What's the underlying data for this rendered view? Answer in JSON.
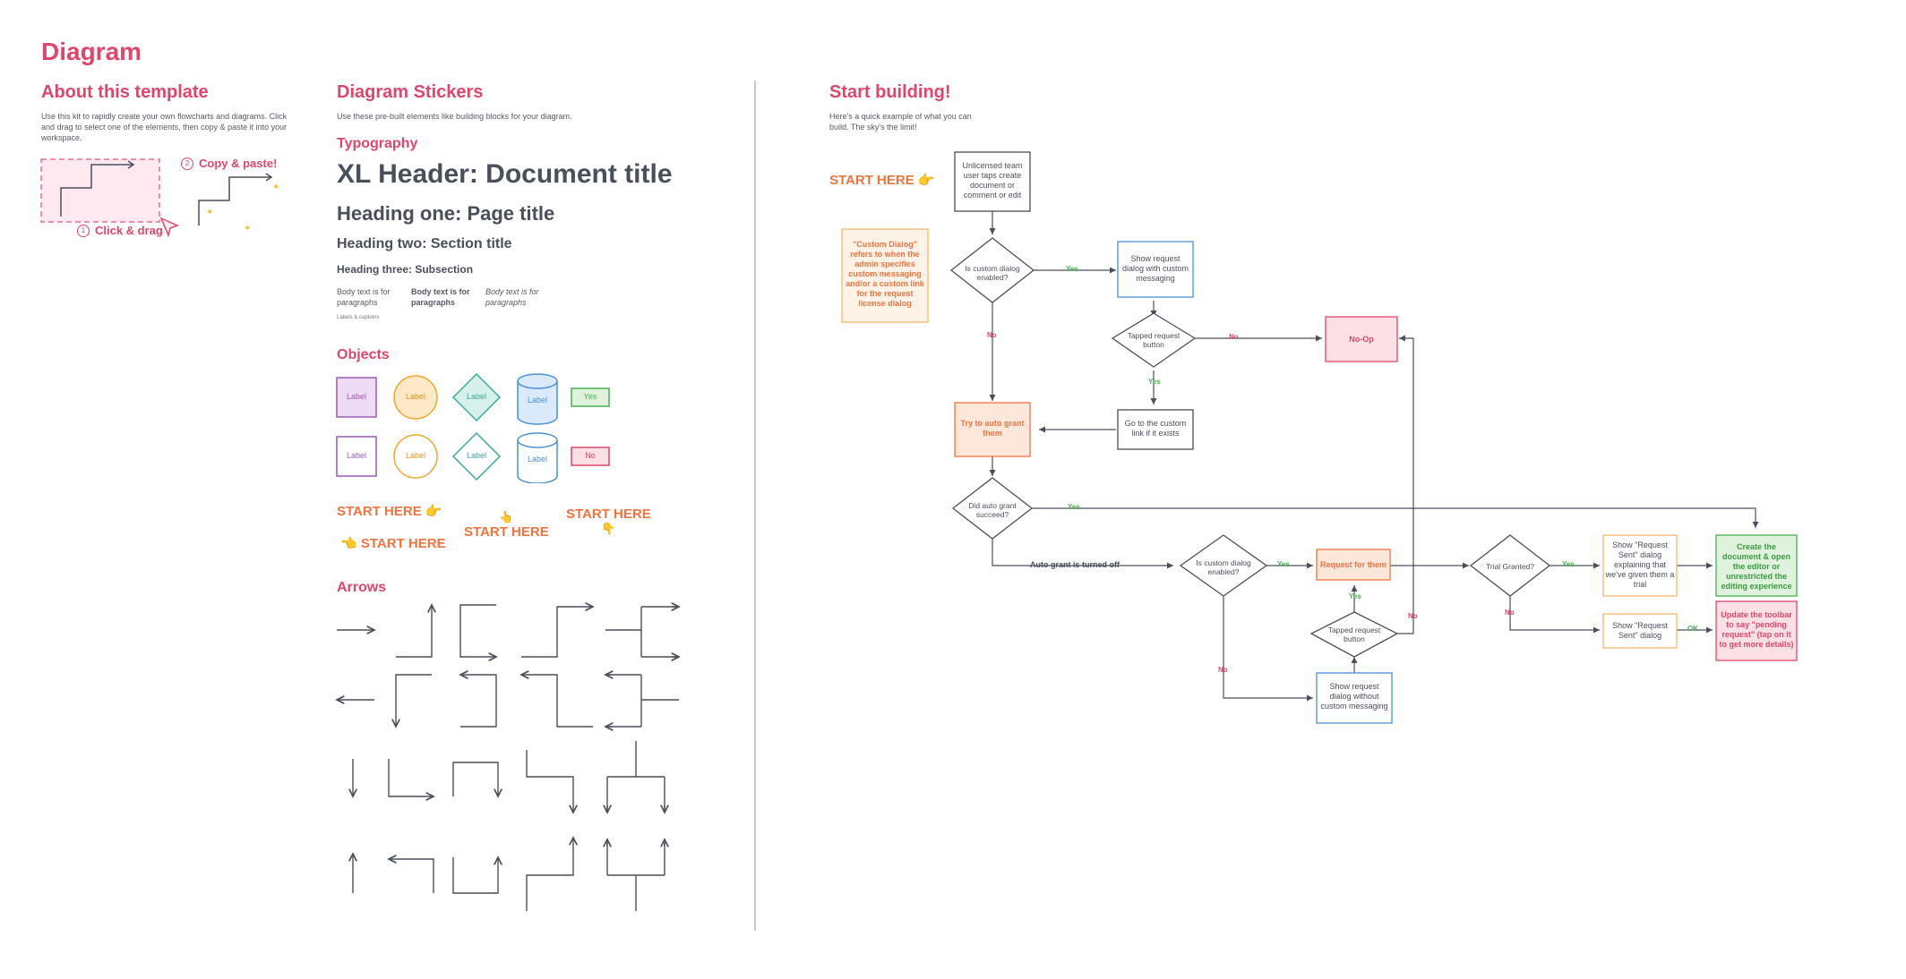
{
  "page_title": "Diagram",
  "about": {
    "title": "About this template",
    "desc": "Use this kit to rapidly create your own flowcharts and diagrams. Click and drag to select one of the elements, then copy & paste it into your workspace.",
    "step1_num": "1",
    "step1": "Click & drag",
    "step2_num": "2",
    "step2": "Copy & paste!"
  },
  "stickers": {
    "title": "Diagram Stickers",
    "desc": "Use these pre-built elements like building blocks for your diagram.",
    "typography_title": "Typography",
    "xl": "XL Header: Document title",
    "h1": "Heading one: Page title",
    "h2": "Heading two: Section title",
    "h3": "Heading three: Subsection",
    "body_regular": "Body text is for paragraphs",
    "body_bold": "Body text is for paragraphs",
    "body_italic": "Body text is for paragraphs",
    "caption": "Labels & captions",
    "objects_title": "Objects",
    "label": "Label",
    "yes": "Yes",
    "no": "No",
    "start_here": "START HERE",
    "arrows_title": "Arrows"
  },
  "building": {
    "title": "Start building!",
    "desc": "Here's a quick example of what you can build. The sky's the limit!",
    "start_here": "START HERE"
  },
  "flow": {
    "unlicensed": "Unlicensed team user taps create document or comment or edit",
    "custom_dialog_note": "\"Custom Dialog\" refers to when the admin specifies custom messaging and/or a custom link for the request license dialog",
    "is_custom_1": "Is custom dialog enabled?",
    "show_request_custom": "Show request dialog with custom messaging",
    "tapped_request_1": "Tapped request button",
    "no_op": "No-Op",
    "go_custom_link": "Go to the custom link if it exists",
    "try_auto_grant": "Try to auto grant them",
    "did_auto_grant": "Did auto grant succeed?",
    "auto_grant_off": "Auto grant is turned off",
    "is_custom_2": "Is custom dialog enabled?",
    "request_for_them": "Request for them",
    "tapped_request_2": "Tapped request button",
    "show_request_without": "Show request dialog without custom messaging",
    "trial_granted": "Trial Granted?",
    "show_sent_trial": "Show \"Request Sent\" dialog explaining that we've given them a trial",
    "show_sent": "Show \"Request Sent\" dialog",
    "create_doc": "Create the document & open the editor or unrestricted the editing experience",
    "update_toolbar": "Update the toolbar to say \"pending request\" (tap on it to get more details)",
    "yes": "Yes",
    "no": "No",
    "ok": "OK"
  },
  "colors": {
    "pink": "#e0466b",
    "orange": "#f0743f",
    "purple": "#9b59b6",
    "teal": "#3aa89a",
    "blue": "#4a90d9",
    "green": "#4caf50",
    "line": "#4a4f5c"
  }
}
